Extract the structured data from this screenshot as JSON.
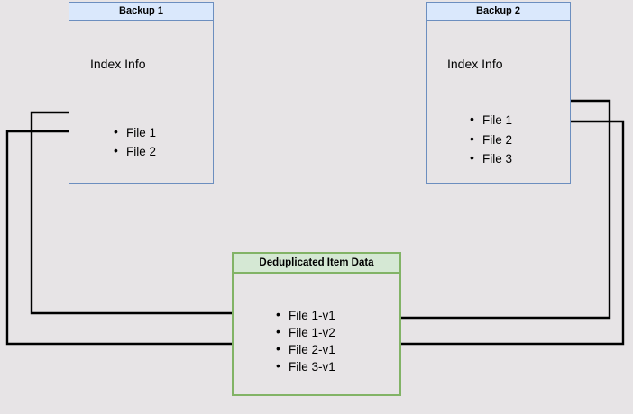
{
  "diagram": {
    "title_hidden": "Deduplication index mapping diagram",
    "colors": {
      "background": "#e7e4e6",
      "blue_fill": "#dae8fc",
      "blue_stroke": "#6c8ebf",
      "green_fill": "#d5e8d4",
      "green_stroke": "#82b366",
      "connector": "#000000"
    },
    "boxes": {
      "backup1": {
        "title": "Backup 1",
        "section_label": "Index Info",
        "items": [
          "File 1",
          "File 2"
        ]
      },
      "backup2": {
        "title": "Backup 2",
        "section_label": "Index Info",
        "items": [
          "File 1",
          "File 2",
          "File 3"
        ]
      },
      "deduplicated": {
        "title": "Deduplicated Item Data",
        "items": [
          "File 1-v1",
          "File 1-v2",
          "File 2-v1",
          "File 3-v1"
        ]
      }
    },
    "connectors": [
      {
        "name": "backup1-file1-to-file1v1",
        "from": "Backup 1 / File 1",
        "to": "Deduplicated Item Data / File 1-v1",
        "arrow": "right"
      },
      {
        "name": "backup1-file2-to-file2v1",
        "from": "Backup 1 / File 2",
        "to": "Deduplicated Item Data / File 2-v1",
        "arrow": "right"
      },
      {
        "name": "backup2-file1-to-file1v2",
        "from": "Backup 2 / File 1",
        "to": "Deduplicated Item Data / File 1-v2",
        "arrow": "left"
      },
      {
        "name": "backup2-file2-to-file2v1",
        "from": "Backup 2 / File 2",
        "to": "Deduplicated Item Data / File 2-v1",
        "arrow": "left"
      }
    ]
  }
}
